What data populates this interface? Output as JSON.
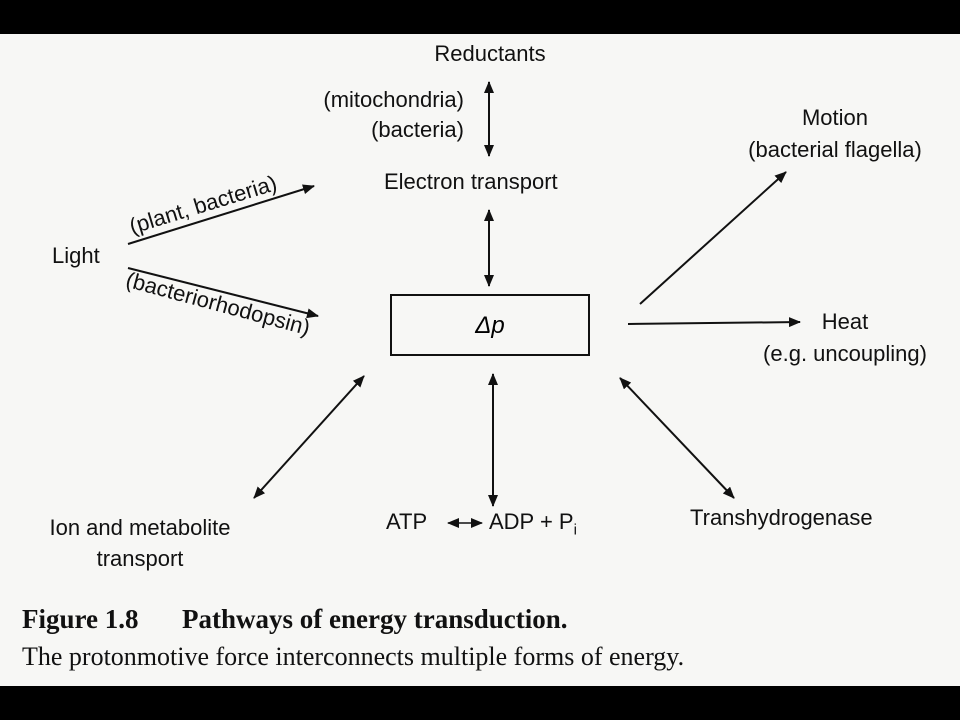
{
  "nodes": {
    "reductants": "Reductants",
    "reductants_note1": "(mitochondria)",
    "reductants_note2": "(bacteria)",
    "electron_transport": "Electron transport",
    "light": "Light",
    "light_upper": "(plant, bacteria)",
    "light_lower": "(bacteriorhodopsin)",
    "delta_p": "Δp",
    "motion": "Motion",
    "motion_note": "(bacterial flagella)",
    "heat": "Heat",
    "heat_note": "(e.g. uncoupling)",
    "ion_transport_1": "Ion and metabolite",
    "ion_transport_2": "transport",
    "atp": "ATP",
    "adp": "ADP + P",
    "adp_sub": "i",
    "transhydrogenase": "Transhydrogenase"
  },
  "caption": {
    "number": "Figure 1.8",
    "title": "Pathways of energy transduction.",
    "text": "The protonmotive force interconnects multiple forms of energy."
  }
}
